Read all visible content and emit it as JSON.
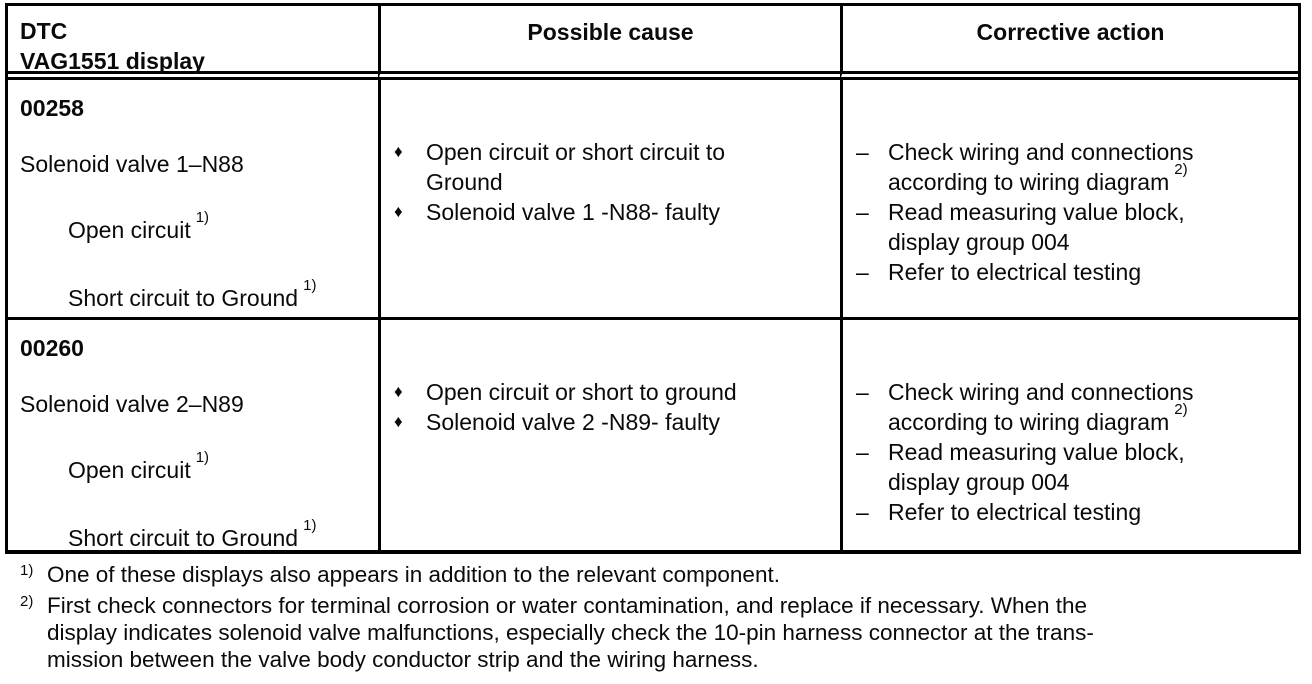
{
  "table": {
    "header": {
      "dtc_line1": "DTC",
      "dtc_line2": "VAG1551 display",
      "possible_cause": "Possible cause",
      "corrective_action": "Corrective action"
    },
    "rows": [
      {
        "code": "00258",
        "component": "Solenoid valve 1–N88",
        "display_1": "Open circuit",
        "display_1_sup": "1)",
        "display_2": "Short circuit to Ground",
        "display_2_sup": "1)",
        "bullet": "♦",
        "dash": "–",
        "cause_1_line1": "Open circuit or short circuit to",
        "cause_1_line2": "Ground",
        "cause_2": "Solenoid valve 1 -N88- faulty",
        "action_1_line1": "Check wiring and connections",
        "action_1_line2": "according to wiring diagram",
        "action_1_sup": "2)",
        "action_2_line1": "Read measuring value block,",
        "action_2_line2": "display group 004",
        "action_3": "Refer to electrical testing"
      },
      {
        "code": "00260",
        "component": "Solenoid valve 2–N89",
        "display_1": "Open circuit",
        "display_1_sup": "1)",
        "display_2": "Short circuit to Ground",
        "display_2_sup": "1)",
        "bullet": "♦",
        "dash": "–",
        "cause_1": "Open circuit or short to ground",
        "cause_2": "Solenoid valve 2 -N89- faulty",
        "action_1_line1": "Check wiring and connections",
        "action_1_line2": "according to wiring diagram",
        "action_1_sup": "2)",
        "action_2_line1": "Read measuring value block,",
        "action_2_line2": "display group 004",
        "action_3": "Refer to electrical testing"
      }
    ]
  },
  "footnotes": {
    "fn1_marker": "1)",
    "fn1_text": "One of these displays also appears in addition to the relevant component.",
    "fn2_marker": "2)",
    "fn2_line1": "First check connectors for terminal corrosion or water contamination, and replace if necessary.  When the",
    "fn2_line2": "display indicates solenoid valve malfunctions, especially check the 10-pin harness connector at the trans-",
    "fn2_line3": "mission between the valve body conductor strip and the wiring harness."
  }
}
